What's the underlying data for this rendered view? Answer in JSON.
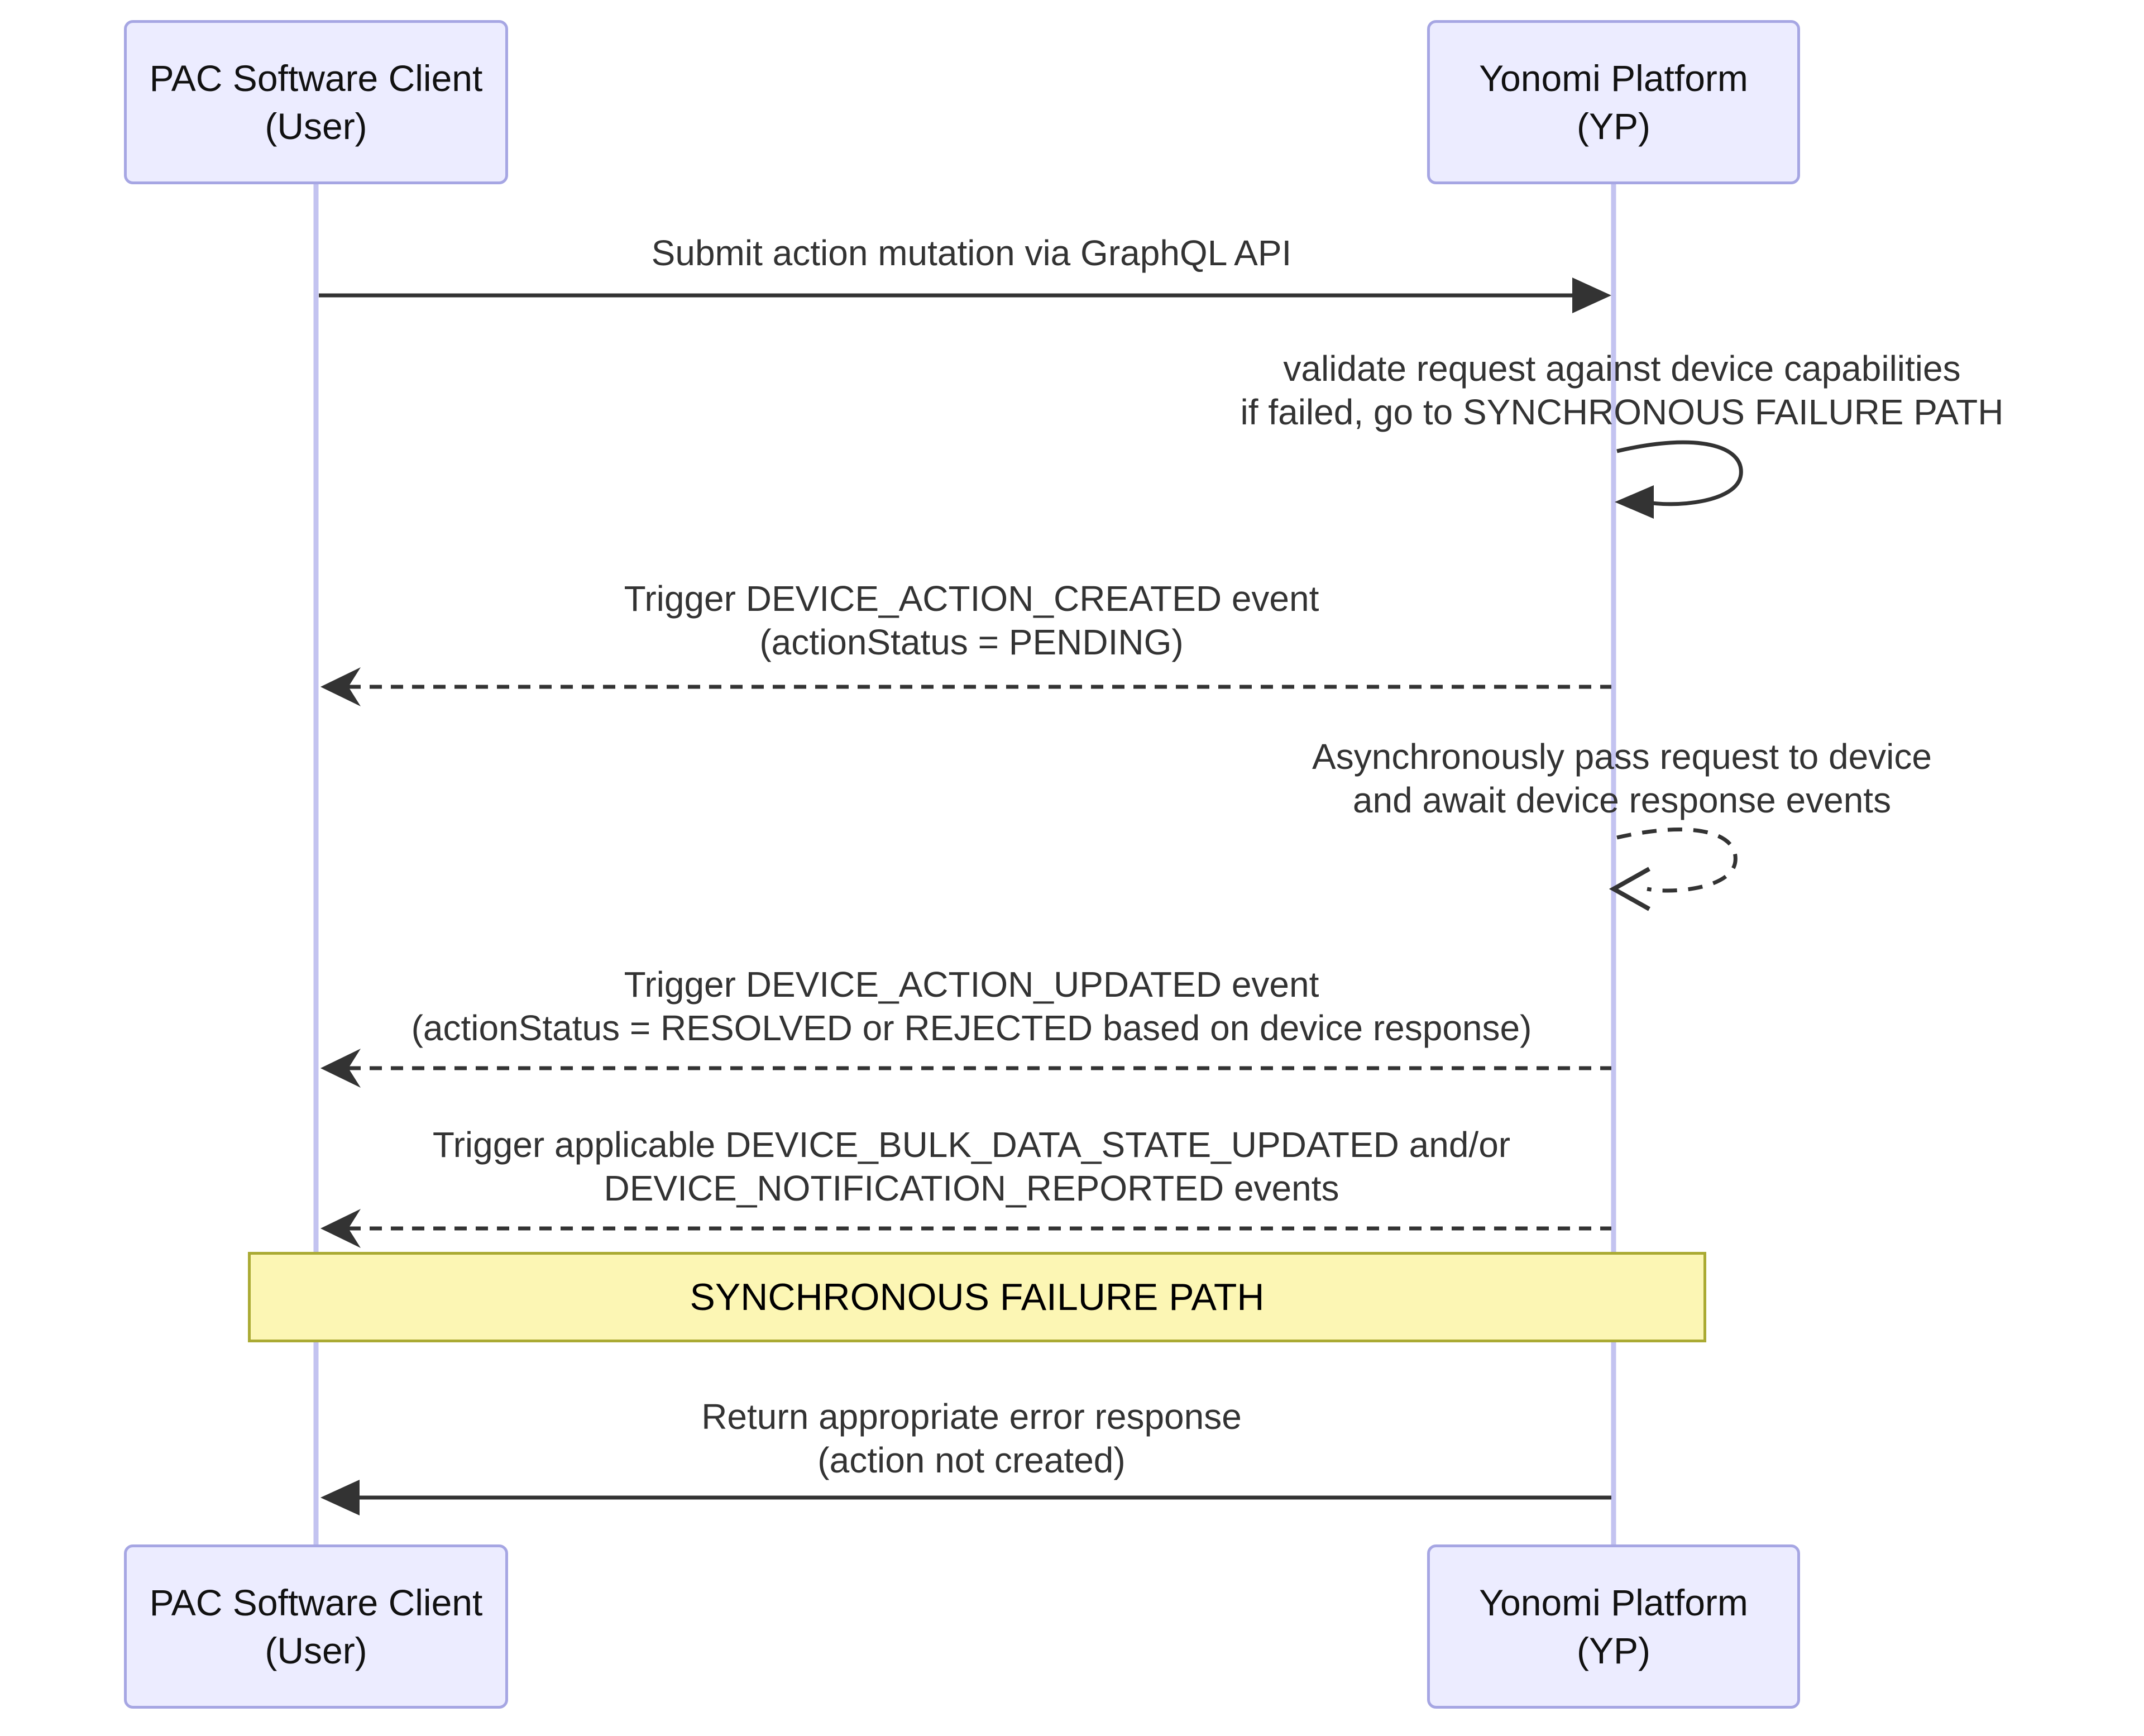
{
  "diagram_type": "sequence-diagram",
  "actors": {
    "pac": {
      "label": "PAC Software Client",
      "sublabel": "(User)"
    },
    "yp": {
      "label": "Yonomi Platform",
      "sublabel": "(YP)"
    }
  },
  "messages": {
    "submit": {
      "line1": "Submit action mutation via GraphQL API"
    },
    "validate": {
      "line1": "validate request against device capabilities",
      "line2": "if failed, go to SYNCHRONOUS FAILURE PATH"
    },
    "created": {
      "line1": "Trigger DEVICE_ACTION_CREATED event",
      "line2": "(actionStatus = PENDING)"
    },
    "async": {
      "line1": "Asynchronously pass request to device",
      "line2": "and await device response events"
    },
    "updated": {
      "line1": "Trigger DEVICE_ACTION_UPDATED event",
      "line2": "(actionStatus = RESOLVED or REJECTED based on device response)"
    },
    "bulk": {
      "line1": "Trigger applicable DEVICE_BULK_DATA_STATE_UPDATED and/or",
      "line2": "DEVICE_NOTIFICATION_REPORTED events"
    },
    "failure_note": {
      "text": "SYNCHRONOUS FAILURE PATH"
    },
    "error": {
      "line1": "Return appropriate error response",
      "line2": "(action not created)"
    }
  },
  "colors": {
    "actor-fill": "#ECECFF",
    "actor-border": "#A6A6E3",
    "lifeline": "#C3C3F0",
    "note-fill": "#FCF6B4",
    "note-border": "#AAAA33",
    "arrow": "#333333",
    "text": "#333333"
  }
}
